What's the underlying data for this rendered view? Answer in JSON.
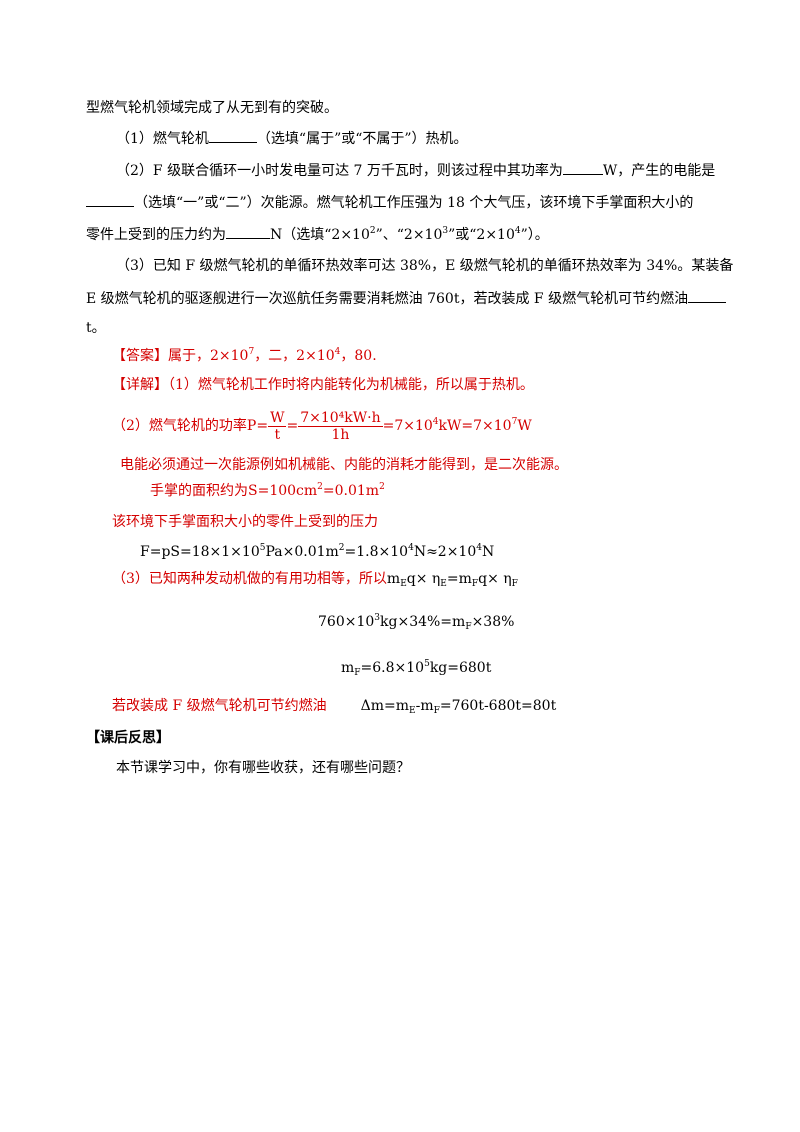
{
  "question": {
    "intro_tail": "型燃气轮机领域完成了从无到有的突破。",
    "q1_a": "（1）燃气轮机",
    "q1_b": "（选填“属于”或“不属于”）热机。",
    "q2_a": "（2）F 级联合循环一小时发电量可达 7 万千瓦时，则该过程中其功率为",
    "q2_b": "W，产生的电能是",
    "q2_c": "（选填“一”或“二”）次能源。燃气轮机工作压强为 18 个大气压，该环境下手掌面积大小的",
    "q2_d": "零件上受到的压力约为",
    "q2_e": "N（选填“2×10",
    "q2_e_sup1": "2",
    "q2_f": "”、“2×10",
    "q2_f_sup2": "3",
    "q2_g": "”或“2×10",
    "q2_g_sup3": "4",
    "q2_h": "”）。",
    "q3_a": "（3）已知 F 级燃气轮机的单循环热效率可达 38%，E 级燃气轮机的单循环热效率为 34%。某装备",
    "q3_b": "E 级燃气轮机的驱逐舰进行一次巡航任务需要消耗燃油 760t，若改装成 F 级燃气轮机可节约燃油",
    "q3_c": "t。"
  },
  "answer": {
    "label": "【答案】",
    "text_a": "属于，2×10",
    "sup_a": "7",
    "text_b": "，二，2×10",
    "sup_b": "4",
    "text_c": "，80."
  },
  "detail": {
    "label": "【详解】",
    "line1": "（1）燃气轮机工作时将内能转化为机械能，所以属于热机。",
    "line2_a": "（2）燃气轮机的功率",
    "line2_p": "P=",
    "line2_frac1_num": "W",
    "line2_frac1_den": "t",
    "line2_eq": "=",
    "line2_frac2_num": "7×10⁴kW·h",
    "line2_frac2_den": "1h",
    "line2_b": "=7×10",
    "line2_sup1": "4",
    "line2_c": "kW=7×10",
    "line2_sup2": "7",
    "line2_d": "W",
    "line3": "电能必须通过一次能源例如机械能、内能的消耗才能得到，是二次能源。",
    "line4_a": "手掌的面积约为",
    "line4_b": "S=100cm",
    "line4_sup1": "2",
    "line4_c": "=0.01m",
    "line4_sup2": "2",
    "line5": "该环境下手掌面积大小的零件上受到的压力",
    "line6_a": "F=pS=18×1×10",
    "line6_sup1": "5",
    "line6_b": "Pa×0.01m",
    "line6_sup2": "2",
    "line6_c": "=1.8×10",
    "line6_sup3": "4",
    "line6_d": "N≈2×10",
    "line6_sup4": "4",
    "line6_e": "N",
    "line7_a": "（3）已知两种发动机做的有用功相等，所以",
    "line7_b": "m",
    "line7_sub1": "E",
    "line7_c": "q× η",
    "line7_sub2": "E",
    "line7_d": "=m",
    "line7_sub3": "F",
    "line7_e": "q× η",
    "line7_sub4": "F",
    "line8_a": "760×10",
    "line8_sup": "3",
    "line8_b": "kg×34%=m",
    "line8_sub": "F",
    "line8_c": "×38%",
    "line9_a": "m",
    "line9_sub": "F",
    "line9_b": "=6.8×10",
    "line9_sup": "5",
    "line9_c": "kg=680t",
    "line10_a": "若改装成 F 级燃气轮机可节约燃油",
    "line10_b": "Δm=m",
    "line10_sub1": "E",
    "line10_c": "-m",
    "line10_sub2": "F",
    "line10_d": "=760t-680t=80t"
  },
  "reflection": {
    "heading": "【课后反思】",
    "text": "本节课学习中，你有哪些收获，还有哪些问题？"
  },
  "colors": {
    "answer_red": "#d40000",
    "text": "#000000"
  }
}
